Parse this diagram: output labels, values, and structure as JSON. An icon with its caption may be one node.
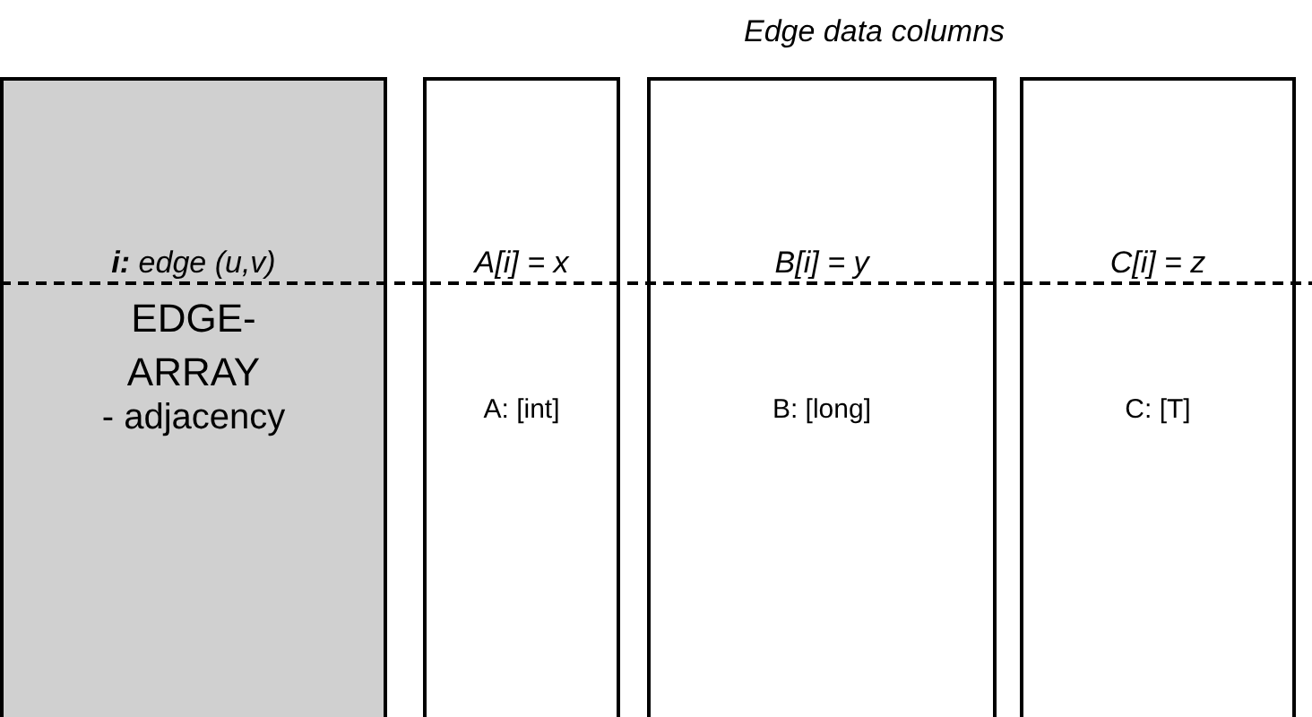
{
  "diagram": {
    "title": "Edge data columns",
    "nodes": [
      {
        "text": [
          "**i:** edge (u,v)",
          "EDGE-ARRAY",
          "- adjacency"
        ]
      },
      {
        "text": [
          "A[i] = x",
          "A: [int]"
        ]
      },
      {
        "text": [
          "B[i] = y",
          "B: [long]"
        ]
      },
      {
        "text": [
          "C[i] = z",
          "C: [T]"
        ]
      }
    ]
  }
}
